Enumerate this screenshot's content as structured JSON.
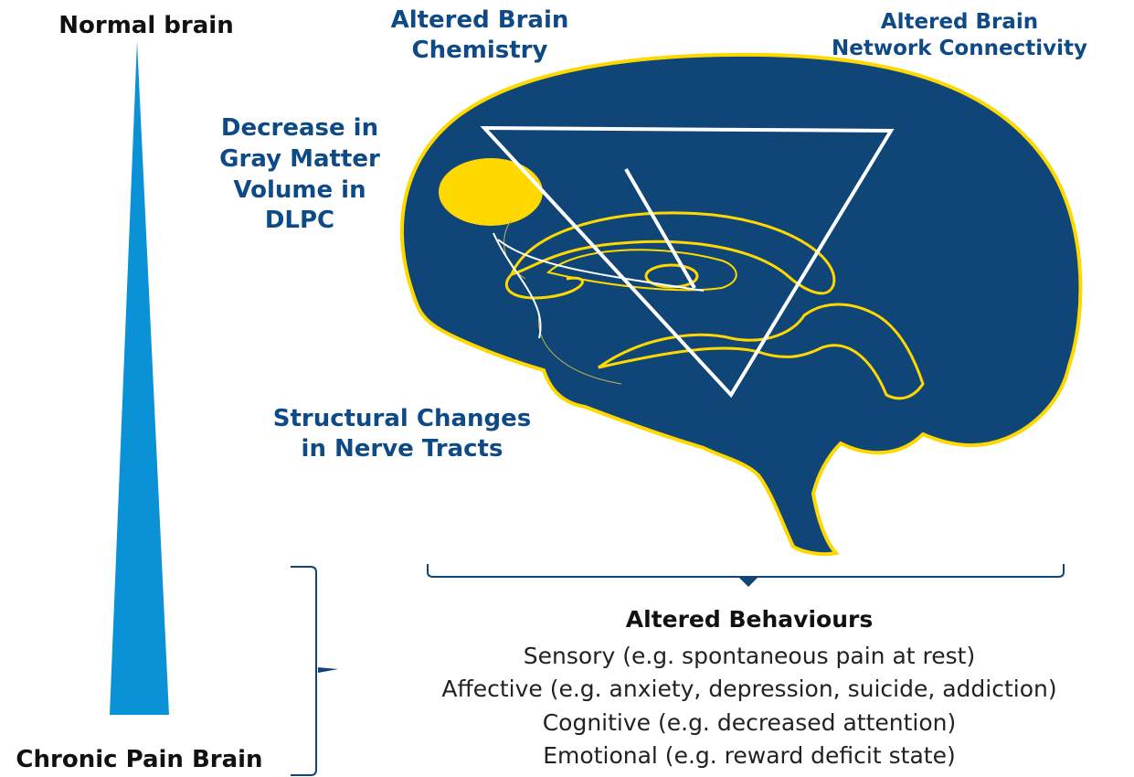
{
  "colors": {
    "navy": "#0f4577",
    "accent_yellow": "#ffd800",
    "gradient_blue": "#0b92d6",
    "label_blue": "#0e4a85"
  },
  "labels": {
    "normal_brain": "Normal brain",
    "chronic_pain_brain": "Chronic Pain Brain",
    "chemistry_line1": "Altered Brain",
    "chemistry_line2": "Chemistry",
    "network_line1": "Altered Brain",
    "network_line2": "Network Connectivity",
    "gray_matter_line1": "Decrease in",
    "gray_matter_line2": "Gray Matter",
    "gray_matter_line3": "Volume in",
    "gray_matter_line4": "DLPC",
    "nerve_line1": "Structural Changes",
    "nerve_line2": "in Nerve Tracts"
  },
  "behaviours": {
    "title": "Altered Behaviours",
    "items": [
      "Sensory (e.g. spontaneous pain at rest)",
      "Affective (e.g. anxiety, depression, suicide, addiction)",
      "Cognitive (e.g. decreased attention)",
      "Emotional (e.g. reward deficit state)"
    ]
  },
  "icons": [
    "brain-icon",
    "gradient-wedge",
    "bracket"
  ]
}
